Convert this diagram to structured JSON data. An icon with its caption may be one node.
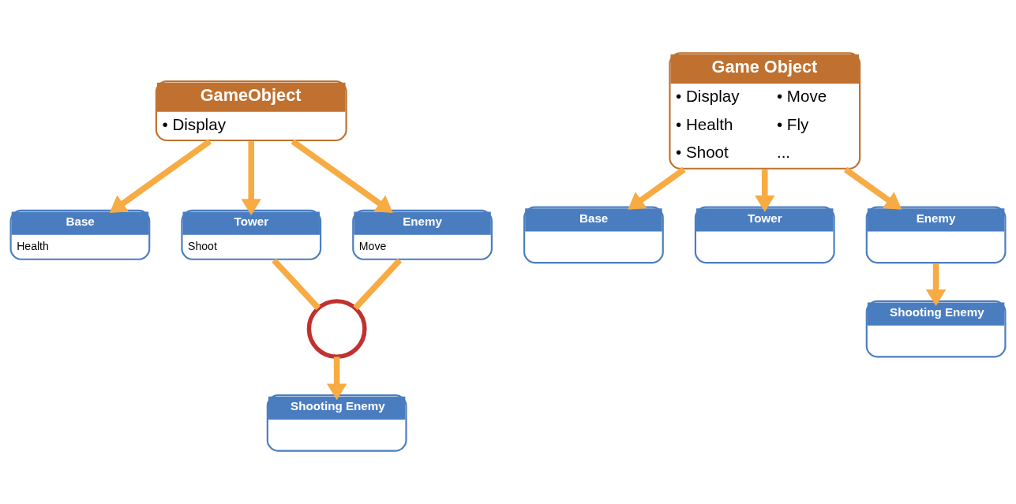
{
  "diagram": {
    "nodes": [
      {
        "text": [
          "GameObject",
          "• Display"
        ]
      },
      {
        "text": [
          "Base",
          "Health"
        ]
      },
      {
        "text": [
          "Tower",
          "Shoot"
        ]
      },
      {
        "text": [
          "Enemy",
          "Move"
        ]
      },
      {
        "text": [
          "Shooting Enemy"
        ]
      },
      {
        "text": [],
        "shape": "circle"
      },
      {
        "text": [
          "Game Object",
          "• Display",
          "• Move",
          "• Health",
          "• Fly",
          "• Shoot",
          "..."
        ]
      },
      {
        "text": [
          "Base"
        ]
      },
      {
        "text": [
          "Tower"
        ]
      },
      {
        "text": [
          "Enemy"
        ]
      },
      {
        "text": [
          "Shooting Enemy"
        ]
      }
    ],
    "edges": [
      {
        "from": 0,
        "to": 1,
        "arrow": "to"
      },
      {
        "from": 0,
        "to": 2,
        "arrow": "to"
      },
      {
        "from": 0,
        "to": 3,
        "arrow": "to"
      },
      {
        "from": 2,
        "to": 5,
        "arrow": "none"
      },
      {
        "from": 3,
        "to": 5,
        "arrow": "none"
      },
      {
        "from": 5,
        "to": 4,
        "arrow": "to"
      },
      {
        "from": 6,
        "to": 7,
        "arrow": "to"
      },
      {
        "from": 6,
        "to": 8,
        "arrow": "to"
      },
      {
        "from": 6,
        "to": 9,
        "arrow": "to"
      },
      {
        "from": 9,
        "to": 10,
        "arrow": "to"
      }
    ]
  }
}
